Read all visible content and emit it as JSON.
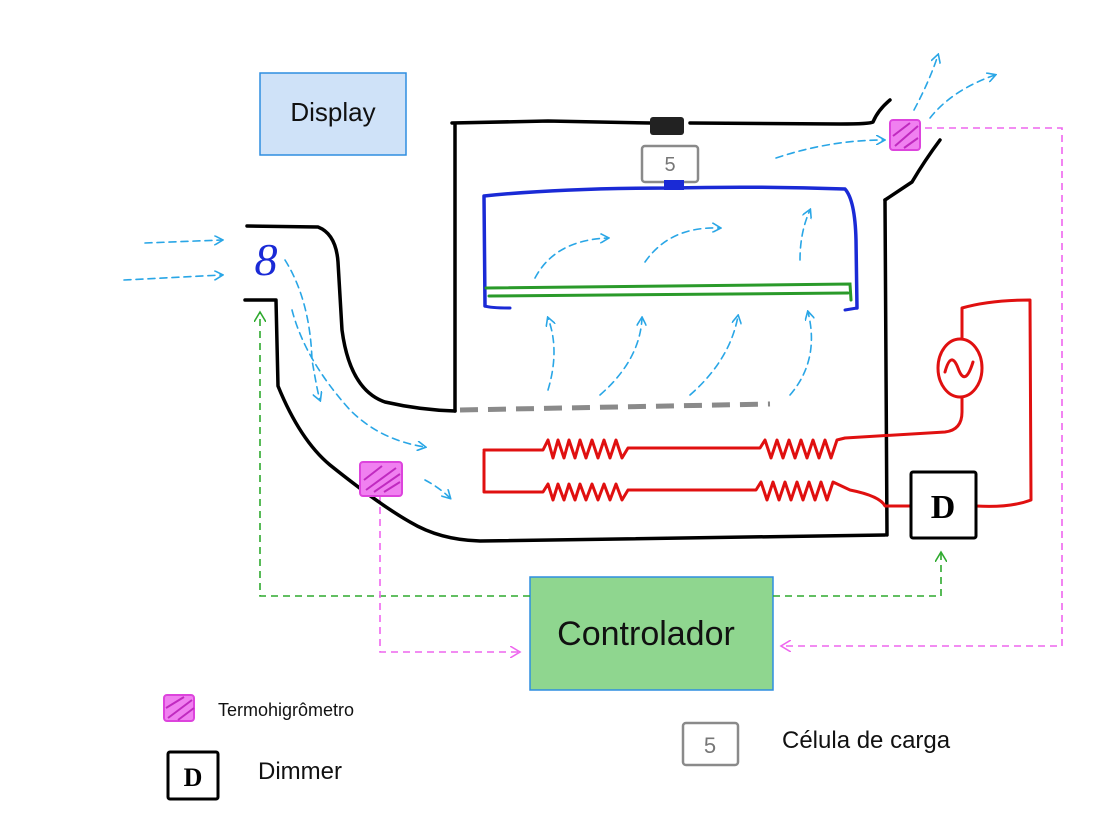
{
  "boxes": {
    "display": "Display",
    "controller": "Controlador"
  },
  "symbols": {
    "load_cell_glyph": "5",
    "dimmer_glyph": "D",
    "fan_glyph": "8"
  },
  "legend": {
    "thermo_hygrometer": "Termohigrômetro",
    "dimmer": "Dimmer",
    "load_cell": "Célula de carga"
  },
  "colors": {
    "display_fill": "#cfe2f8",
    "display_border": "#2f8ee0",
    "controller_fill": "#8fd68f",
    "controller_border": "#2f8ee0",
    "duct": "#000000",
    "tray": "#1a2ad6",
    "mesh": "#2a9a2a",
    "heater": "#e01010",
    "airflow": "#29a6e6",
    "signal_sensor": "#ee66ee",
    "signal_control": "#2eaa2e",
    "load_cell": "#8a8a8a",
    "sensor_fill": "#f080f0"
  }
}
